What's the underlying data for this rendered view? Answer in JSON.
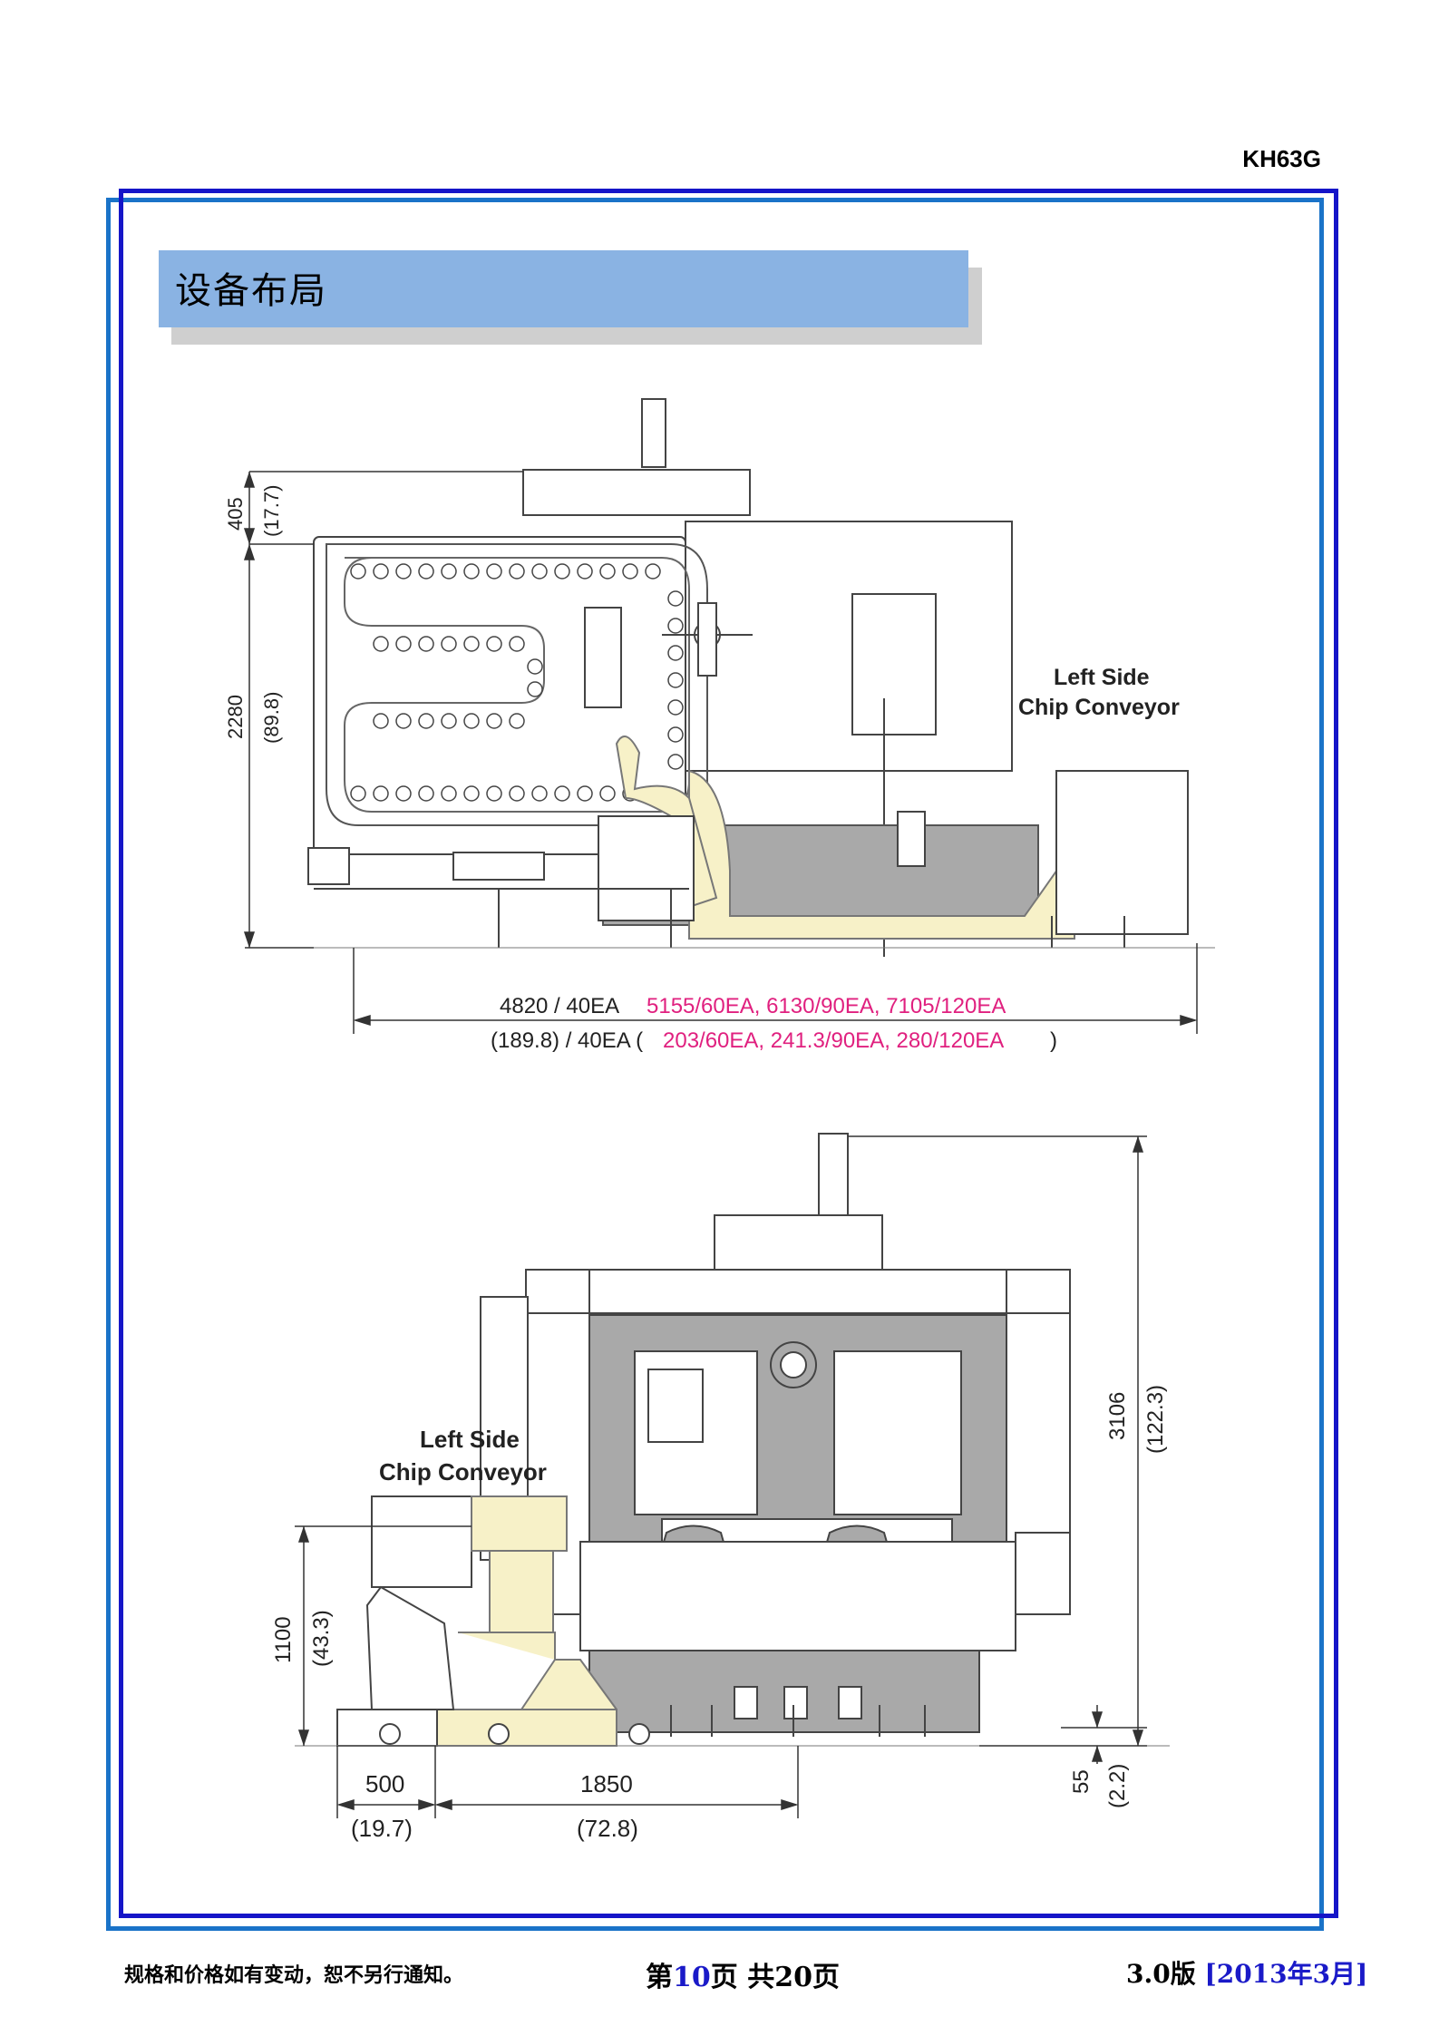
{
  "header": {
    "model": "KH63G"
  },
  "section": {
    "title": "设备布局"
  },
  "top_view": {
    "dim_top_mm": "405",
    "dim_top_in": "(17.7)",
    "dim_height_mm": "2280",
    "dim_height_in": "(89.8)",
    "conveyor_label_1": "Left Side",
    "conveyor_label_2": "Chip Conveyor",
    "width_mm_base": "4820 / 40EA",
    "width_mm_options": "5155/60EA, 6130/90EA, 7105/120EA",
    "width_in_base": "(189.8) / 40EA (",
    "width_in_options": "203/60EA, 241.3/90EA, 280/120EA",
    "width_in_close": ")"
  },
  "front_view": {
    "conveyor_label_1": "Left Side",
    "conveyor_label_2": "Chip Conveyor",
    "dim_height_mm": "3106",
    "dim_height_in": "(122.3)",
    "dim_conv_mm": "1100",
    "dim_conv_in": "(43.3)",
    "dim_leveling_mm": "55",
    "dim_leveling_in": "(2.2)",
    "dim_left_mm": "500",
    "dim_left_in": "(19.7)",
    "dim_mid_mm": "1850",
    "dim_mid_in": "(72.8)"
  },
  "colors": {
    "accent_pink": "#e0207f",
    "frame_blue": "#1515c8",
    "heading_fill": "#8ab3e3",
    "conveyor_fill": "#f7f1c8",
    "machine_gray": "#a9a9a9"
  },
  "footer": {
    "notice": "规格和价格如有变动，恕不另行通知。",
    "page_prefix": "第",
    "page_num": "10",
    "page_mid": "页  共",
    "page_total": "20",
    "page_suffix": "页",
    "version": "3.0版  ",
    "date": "[2013年3月]"
  }
}
